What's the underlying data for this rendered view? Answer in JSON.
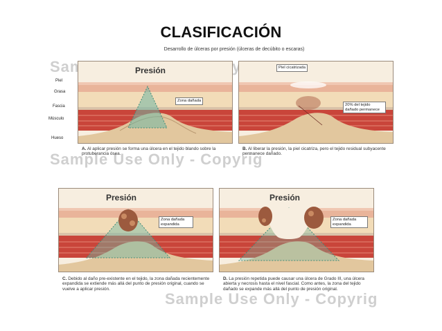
{
  "title": "CLASIFICACIÓN",
  "figure_top": {
    "subtitle": "Desarrollo de úlceras por presión (úlceras de decúbito o escaras)",
    "watermark": "Sample Use Only - Copyrig",
    "layers": [
      "Piel",
      "Grasa",
      "Fascia",
      "Músculo",
      "Hueso"
    ],
    "panel_a": {
      "heading": "Presión",
      "callout": "Zona dañada",
      "letter": "A.",
      "caption": "Al aplicar presión se forma una úlcera en el tejido blando sobre la protuberancia ósea."
    },
    "panel_b": {
      "callout_top": "Piel cicatrizada",
      "callout_side": "20% del tejido dañado permanece",
      "letter": "B.",
      "caption": "Al liberar la presión, la piel cicatriza, pero el tejido residual subyacente permanece dañado."
    }
  },
  "figure_bottom": {
    "watermark": "Sample Use Only - Copyrig",
    "panel_c": {
      "heading": "Presión",
      "callout": "Zona dañada expandida",
      "letter": "C.",
      "caption": "Debido al daño pre-existente en el tejido, la zona dañada recientemente expandida se extiende más allá del punto de presión original, cuando se vuelve a aplicar presión."
    },
    "panel_d": {
      "heading": "Presión",
      "callout": "Zona dañada expandida",
      "letter": "D.",
      "caption": "La presión repetida puede causar una úlcera de Grado III, una úlcera abierta y necrosis hasta el nivel fascial. Como antes, la zona del tejido dañado se expande más allá del punto de presión original."
    }
  }
}
